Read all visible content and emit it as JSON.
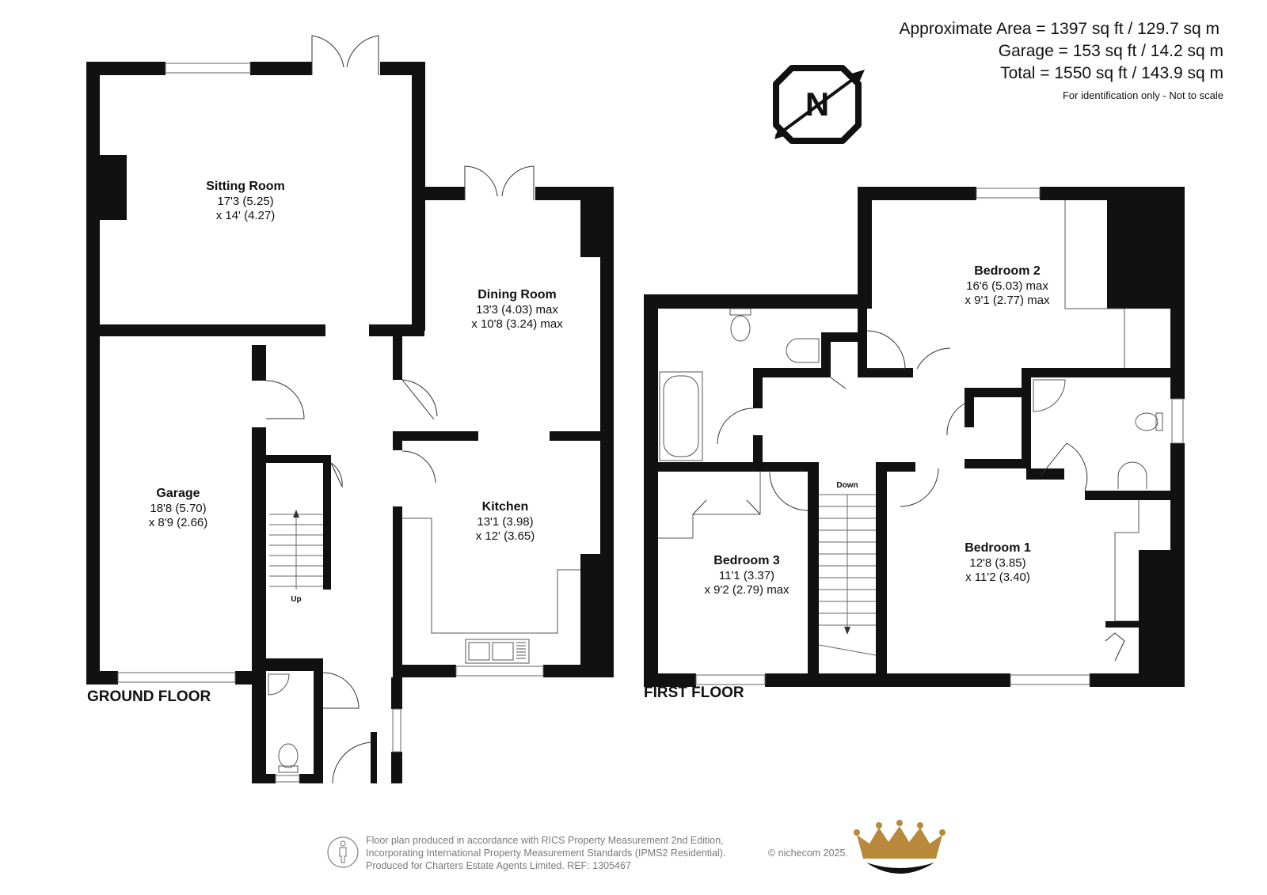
{
  "area_summary": {
    "approximate_area": "Approximate Area = 1397 sq ft / 129.7 sq m",
    "garage": "Garage = 153 sq ft / 14.2 sq m",
    "total": "Total = 1550 sq ft / 143.9 sq m",
    "note": "For identification only - Not to scale"
  },
  "compass": {
    "letter": "N",
    "icon": "north-arrow-icon"
  },
  "ground_floor": {
    "label": "GROUND FLOOR",
    "stairs_label": "Up",
    "rooms": [
      {
        "name": "Sitting Room",
        "dim1": "17'3 (5.25)",
        "dim2": "x 14' (4.27)"
      },
      {
        "name": "Dining Room",
        "dim1": "13'3 (4.03) max",
        "dim2": "x 10'8 (3.24) max"
      },
      {
        "name": "Garage",
        "dim1": "18'8 (5.70)",
        "dim2": "x 8'9 (2.66)"
      },
      {
        "name": "Kitchen",
        "dim1": "13'1 (3.98)",
        "dim2": "x 12' (3.65)"
      }
    ]
  },
  "first_floor": {
    "label": "FIRST FLOOR",
    "stairs_label": "Down",
    "rooms": [
      {
        "name": "Bedroom 2",
        "dim1": "16'6 (5.03) max",
        "dim2": "x 9'1 (2.77) max"
      },
      {
        "name": "Bedroom 3",
        "dim1": "11'1 (3.37)",
        "dim2": "x 9'2 (2.79) max"
      },
      {
        "name": "Bedroom 1",
        "dim1": "12'8 (3.85)",
        "dim2": "x 11'2 (3.40)"
      }
    ]
  },
  "footer": {
    "line1": "Floor plan produced in accordance with RICS Property Measurement 2nd Edition,",
    "line2": "Incorporating International Property Measurement Standards (IPMS2 Residential).",
    "line3": "Produced for Charters Estate Agents Limited.   REF: 1305467",
    "copyright": "© nichecom 2025.",
    "logo_icon": "crown-logo-icon",
    "person_icon": "person-icon"
  },
  "colors": {
    "wall": "#111111",
    "logo_gold": "#b8893a",
    "footer_text": "#7a7a7a"
  }
}
